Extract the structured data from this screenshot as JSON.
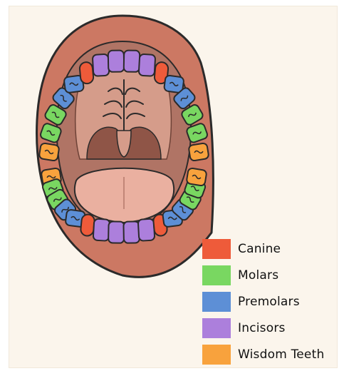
{
  "colors": {
    "canine": "#ee5b3a",
    "molars": "#79d761",
    "premolars": "#5d8fd6",
    "incisors": "#ac7fdc",
    "wisdom_teeth": "#f8a23d",
    "lip": "#cc7863",
    "mouth_interior": "#b07465",
    "palate": "#d59c8a",
    "tongue": "#eab0a0",
    "outline": "#2b2a2a"
  },
  "legend": [
    {
      "label": "Canine",
      "color_key": "canine"
    },
    {
      "label": "Molars",
      "color_key": "molars"
    },
    {
      "label": "Premolars",
      "color_key": "premolars"
    },
    {
      "label": "Incisors",
      "color_key": "incisors"
    },
    {
      "label": "Wisdom Teeth",
      "color_key": "wisdom_teeth"
    }
  ],
  "teeth": {
    "upper": [
      "wisdom_teeth",
      "molars",
      "molars",
      "premolars",
      "premolars",
      "canine",
      "incisors",
      "incisors",
      "incisors",
      "incisors",
      "canine",
      "premolars",
      "premolars",
      "molars",
      "molars",
      "wisdom_teeth"
    ],
    "lower": [
      "wisdom_teeth",
      "molars",
      "molars",
      "premolars",
      "premolars",
      "canine",
      "incisors",
      "incisors",
      "incisors",
      "incisors",
      "canine",
      "premolars",
      "premolars",
      "molars",
      "molars",
      "wisdom_teeth"
    ]
  }
}
